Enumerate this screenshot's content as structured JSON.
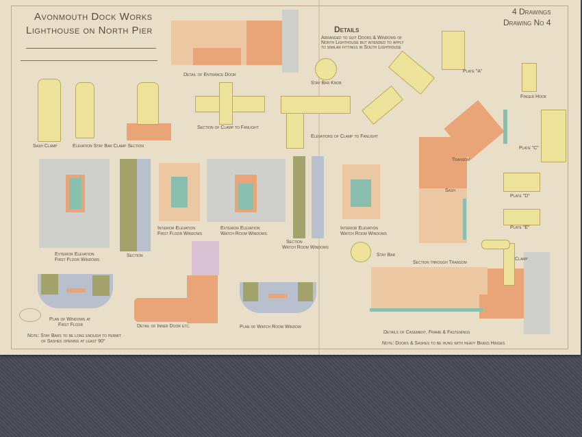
{
  "title": {
    "line1": "Avonmouth Dock Works",
    "line2": "Lighthouse on North Pier"
  },
  "sheet": {
    "count": "4 Drawings",
    "number": "Drawing No 4"
  },
  "details": {
    "heading": "Details",
    "subtitle": [
      "Arranged to suit Doors & Windows of",
      "North Lighthouse but intended to apply",
      "to similar fittings in South Lighthouse"
    ]
  },
  "labels": {
    "entrance_door": "Detail of Entrance Door",
    "stay_bar_knob": "Stay Bar Knob",
    "plate_a": "Plate \"A\"",
    "finger_hook": "Finger Hook",
    "sash_clamp": "Sash Clamp",
    "stay_bar_clamp": "Elevation Stay Bar Clamp Section",
    "section_clamp_fanlight": "Section of Clamp to Fanlight",
    "elevations_clamp_fanlight": "Elevations of Clamp to Fanlight",
    "plate_c": "Plate \"C\"",
    "plate_d": "Plate \"D\"",
    "plate_e": "Plate \"E\"",
    "ext_elev_first": [
      "Exterior Elevation",
      "First Floor Windows"
    ],
    "section_first": "Section",
    "int_elev_first": [
      "Interior Elevation",
      "First Floor Windows"
    ],
    "ext_elev_watch": [
      "Exterior Elevation",
      "Watch Room Windows"
    ],
    "section_watch": [
      "Section",
      "Watch Room Windows"
    ],
    "int_elev_watch": [
      "Interior Elevation",
      "Watch Room Windows"
    ],
    "section_transom": "Section through Transom",
    "transom": "Transom",
    "sash": "Sash",
    "plan_first": [
      "Plan of Windows at",
      "First Floor"
    ],
    "inner_door": "Detail of Inner Door etc.",
    "plan_watch": "Plan of Watch Room Window",
    "casement": "Details of Casement, Frame & Fastenings",
    "stay_bar": "Stay Bar",
    "clamp": "Clamp"
  },
  "notes": {
    "left": [
      "Note: Stay Bars to be long enough to permit",
      "of Sashes opening at least 90°"
    ],
    "right": "Note: Doors & Sashes to be hung with heavy Brass Hinges"
  }
}
